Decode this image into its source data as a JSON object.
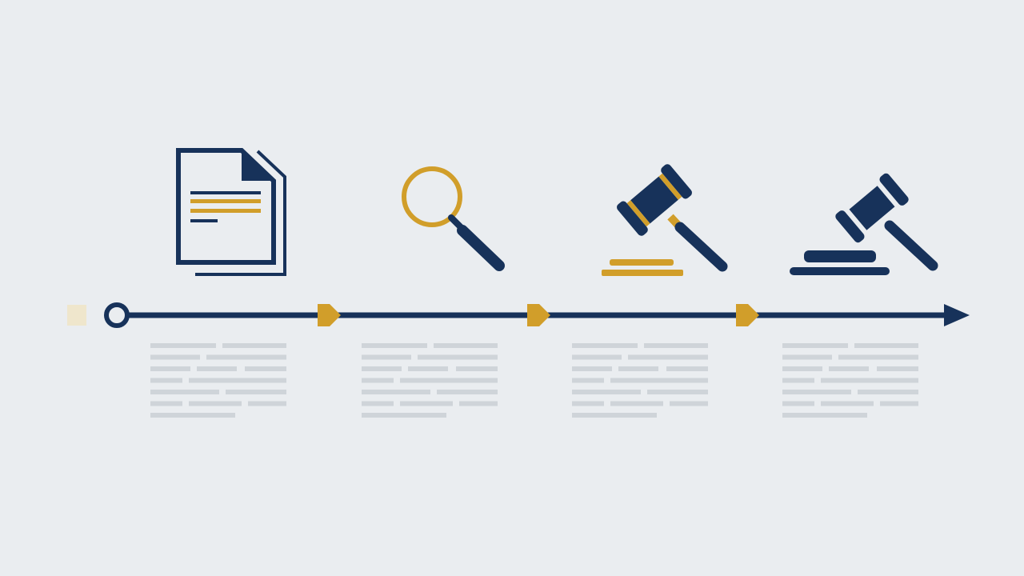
{
  "colors": {
    "background": "#eaedf0",
    "navy": "#17325a",
    "gold": "#d19e2a",
    "placeholder_text": "#cfd4d9",
    "faded_marker": "#efe6cc"
  },
  "timeline": {
    "start_marker": "hollow-circle",
    "end_marker": "arrowhead",
    "step_marker": "gold-chevron",
    "stages": [
      {
        "icon": "document-icon",
        "description_lines": 7
      },
      {
        "icon": "magnifying-glass-icon",
        "description_lines": 7
      },
      {
        "icon": "gavel-with-gold-base-icon",
        "description_lines": 7
      },
      {
        "icon": "gavel-with-navy-base-icon",
        "description_lines": 7
      }
    ]
  }
}
